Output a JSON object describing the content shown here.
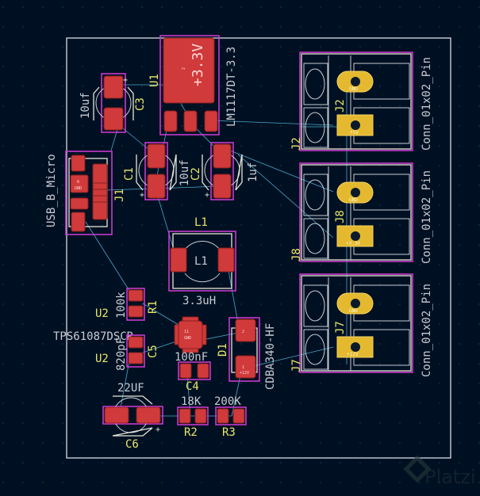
{
  "app": "PCB Editor",
  "board": {
    "colors": {
      "background": "#001023",
      "pad_smd": "#d03a3a",
      "pad_th": "#e4b92f",
      "courtyard": "#d23cd6",
      "silkscreen": "#e6e6d8",
      "reference_text": "#e8e86a",
      "value_text": "#c8ccd2",
      "ratsnest": "#4aa8c8",
      "edge_cuts": "#d8dde4"
    }
  },
  "components": {
    "U1": {
      "ref": "U1",
      "value": "LM1117DT-3.3",
      "pad_labels": [
        "2",
        "+3.3V",
        "+3.3V"
      ]
    },
    "C3": {
      "ref": "C3",
      "value": "10uf"
    },
    "C1": {
      "ref": "C1",
      "value": "10uf"
    },
    "C2": {
      "ref": "C2",
      "value": "1uf"
    },
    "J1": {
      "ref": "J1",
      "value": "USB_B_Micro",
      "pad_labels": [
        "6",
        "GND"
      ]
    },
    "L1": {
      "ref": "L1",
      "value": "3.3uH",
      "fab_ref": "L1"
    },
    "R1": {
      "ref": "R1",
      "value": "100k"
    },
    "U2": {
      "ref": "U2",
      "ref2": "U2",
      "value": "TPS61087DSCR",
      "pad_labels": [
        "11",
        "GND"
      ]
    },
    "C5": {
      "ref": "C5",
      "value": "820pF"
    },
    "C4": {
      "ref": "C4",
      "value": "100nF"
    },
    "D1": {
      "ref": "D1",
      "value": "CDBA340-HF",
      "pad_labels": [
        "2",
        "1",
        "+12V"
      ]
    },
    "C6": {
      "ref": "C6",
      "value": "22UF"
    },
    "R2": {
      "ref": "R2",
      "value": "18K"
    },
    "R3": {
      "ref": "R3",
      "value": "200K"
    },
    "J2": {
      "ref": "J2",
      "value": "Conn_01x02_Pin",
      "pins": [
        {
          "num": "2",
          "net": "GND"
        },
        {
          "num": "1",
          "net": "+5V"
        }
      ]
    },
    "J8": {
      "ref": "J8",
      "value": "Conn_01x02_Pin",
      "pins": [
        {
          "num": "2",
          "net": "GND"
        },
        {
          "num": "1",
          "net": "+3.3V"
        }
      ]
    },
    "J7": {
      "ref": "J7",
      "value": "Conn_01x02_Pin",
      "pins": [
        {
          "num": "2",
          "net": "GND"
        },
        {
          "num": "1",
          "net": "+12V"
        }
      ]
    }
  },
  "watermark": "Platzi"
}
